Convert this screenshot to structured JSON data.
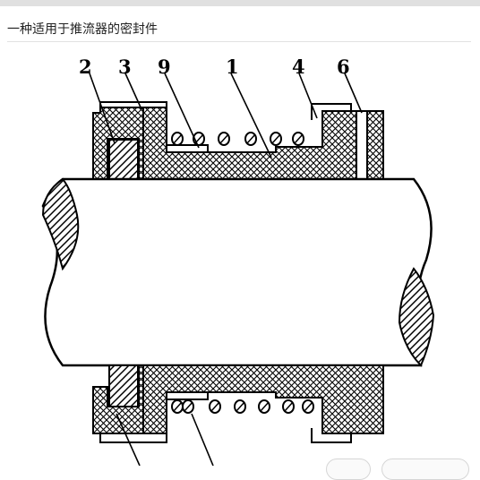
{
  "page": {
    "title": "一种适用于推流器的密封件"
  },
  "diagram": {
    "callouts": {
      "label_2": "2",
      "label_3": "3",
      "label_9": "9",
      "label_1": "1",
      "label_4": "4",
      "label_6": "6"
    }
  },
  "colors": {
    "title_text": "#222222",
    "line": "#000000",
    "divider": "#e2e2e2",
    "top_strip": "#e0e0e0"
  }
}
